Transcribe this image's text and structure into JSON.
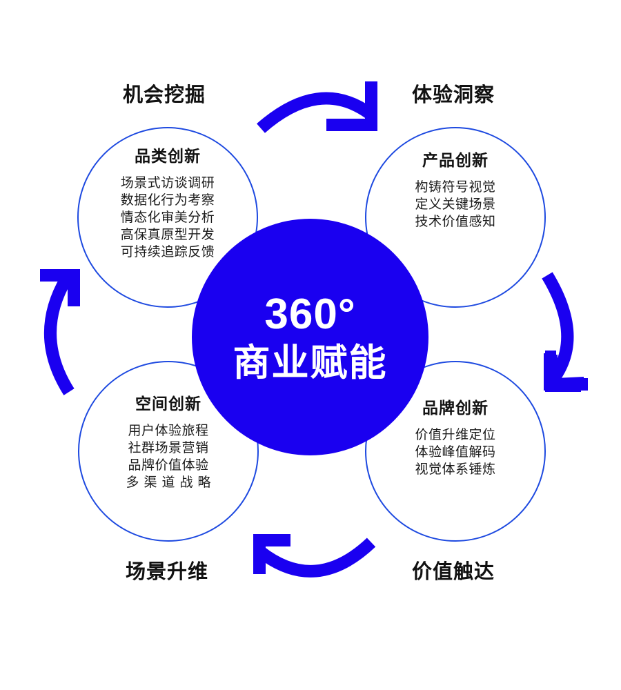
{
  "theme": {
    "accent_blue": "#1a00f0",
    "ring_blue": "#1d49e0",
    "text_dark": "#121212",
    "background": "#ffffff"
  },
  "hub": {
    "headline": "360°",
    "subline": "商业赋能"
  },
  "stages": [
    {
      "id": "opportunity",
      "label": "机会挖掘",
      "position": "top-left"
    },
    {
      "id": "experience",
      "label": "体验洞察",
      "position": "top-right"
    },
    {
      "id": "scenario",
      "label": "场景升维",
      "position": "bottom-left"
    },
    {
      "id": "value",
      "label": "价值触达",
      "position": "bottom-right"
    }
  ],
  "pillars": [
    {
      "id": "category",
      "title": "品类创新",
      "lines": [
        "场景式访谈调研",
        "数据化行为考察",
        "情态化审美分析",
        "高保真原型开发",
        "可持续追踪反馈"
      ]
    },
    {
      "id": "product",
      "title": "产品创新",
      "lines": [
        "构铸符号视觉",
        "定义关键场景",
        "技术价值感知"
      ]
    },
    {
      "id": "space",
      "title": "空间创新",
      "lines": [
        "用户体验旅程",
        "社群场景营销",
        "品牌价值体验",
        "多渠道战略"
      ]
    },
    {
      "id": "brand",
      "title": "品牌创新",
      "lines": [
        "价值升维定位",
        "体验峰值解码",
        "视觉体系锤炼"
      ]
    }
  ],
  "arrows": [
    {
      "id": "arrow-top",
      "direction": "clockwise-top",
      "points_to": "体验洞察"
    },
    {
      "id": "arrow-right",
      "direction": "clockwise-right",
      "points_to": "价值触达"
    },
    {
      "id": "arrow-bottom",
      "direction": "clockwise-bottom",
      "points_to": "场景升维"
    },
    {
      "id": "arrow-left",
      "direction": "clockwise-left",
      "points_to": "机会挖掘"
    }
  ],
  "chart_data": {
    "type": "diagram",
    "title": "360° 商业赋能",
    "layout": "cycle-with-four-pillars",
    "center": "360° 商业赋能",
    "nodes": [
      {
        "stage": "机会挖掘",
        "pillar": "品类创新",
        "items": [
          "场景式访谈调研",
          "数据化行为考察",
          "情态化审美分析",
          "高保真原型开发",
          "可持续追踪反馈"
        ]
      },
      {
        "stage": "体验洞察",
        "pillar": "产品创新",
        "items": [
          "构铸符号视觉",
          "定义关键场景",
          "技术价值感知"
        ]
      },
      {
        "stage": "价值触达",
        "pillar": "品牌创新",
        "items": [
          "价值升维定位",
          "体验峰值解码",
          "视觉体系锤炼"
        ]
      },
      {
        "stage": "场景升维",
        "pillar": "空间创新",
        "items": [
          "用户体验旅程",
          "社群场景营销",
          "品牌价值体验",
          "多渠道战略"
        ]
      }
    ],
    "flow": [
      "机会挖掘",
      "体验洞察",
      "价值触达",
      "场景升维"
    ],
    "flow_direction": "clockwise"
  }
}
